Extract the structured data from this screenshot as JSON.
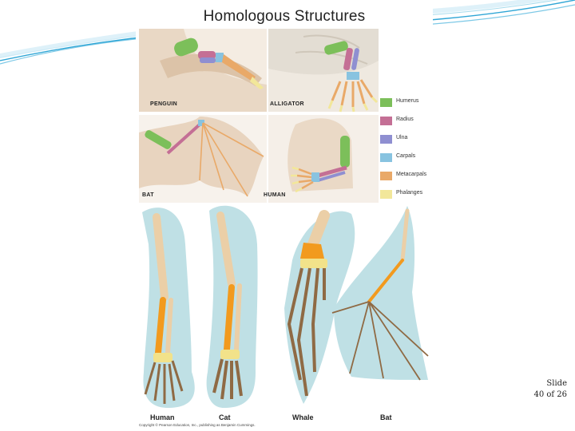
{
  "figure": {
    "title": "Homologous Structures",
    "panels": {
      "penguin": "PENGUIN",
      "alligator": "ALLIGATOR",
      "bat": "BAT",
      "human": "HUMAN"
    },
    "legend": [
      {
        "label": "Humerus",
        "color": "#7cbf5a"
      },
      {
        "label": "Radius",
        "color": "#c46f95"
      },
      {
        "label": "Ulna",
        "color": "#8f8fd1"
      },
      {
        "label": "Carpals",
        "color": "#88c3e0"
      },
      {
        "label": "Metacarpals",
        "color": "#e9a968"
      },
      {
        "label": "Phalanges",
        "color": "#f2e79a"
      }
    ],
    "skeletons": {
      "human": "Human",
      "cat": "Cat",
      "whale": "Whale",
      "bat": "Bat"
    },
    "copyright": "Copyright © Pearson Education, Inc., publishing as Benjamin Cummings."
  },
  "slide": {
    "counter_line1": "Slide",
    "counter_line2": "40 of 26"
  },
  "colors": {
    "skin": "#ead8c4",
    "bone": "#ebcfa7",
    "orange": "#f29a1e",
    "yellow": "#f2e28a",
    "water": "#bfe0e5",
    "accent_blue": "#2fa6d6"
  }
}
